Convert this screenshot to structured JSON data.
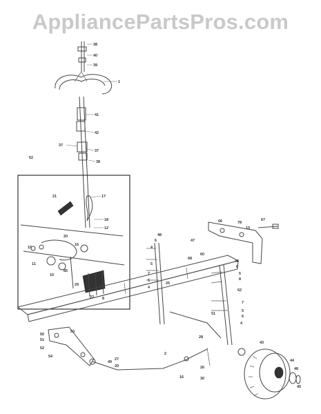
{
  "watermark": "AppliancePartsPros.com",
  "labels": [
    {
      "id": "p1",
      "text": "38"
    },
    {
      "id": "p2",
      "text": "40"
    },
    {
      "id": "p3",
      "text": "39"
    },
    {
      "id": "p4",
      "text": "1"
    },
    {
      "id": "p5",
      "text": "41"
    },
    {
      "id": "p6",
      "text": "42"
    },
    {
      "id": "p7",
      "text": "37"
    },
    {
      "id": "p8",
      "text": "37"
    },
    {
      "id": "p9",
      "text": "38"
    },
    {
      "id": "p10",
      "text": "62"
    },
    {
      "id": "p11",
      "text": "21"
    },
    {
      "id": "p12",
      "text": "17"
    },
    {
      "id": "p13",
      "text": "18"
    },
    {
      "id": "p14",
      "text": "12"
    },
    {
      "id": "p15",
      "text": "20"
    },
    {
      "id": "p16",
      "text": "16"
    },
    {
      "id": "p17",
      "text": "15"
    },
    {
      "id": "p18",
      "text": "11"
    },
    {
      "id": "p19",
      "text": "10"
    },
    {
      "id": "p20",
      "text": "85"
    },
    {
      "id": "p21",
      "text": "29"
    },
    {
      "id": "p22",
      "text": "23"
    },
    {
      "id": "p23",
      "text": "8"
    },
    {
      "id": "p24",
      "text": "48"
    },
    {
      "id": "p25",
      "text": "6"
    },
    {
      "id": "p26",
      "text": "4"
    },
    {
      "id": "p27",
      "text": "5"
    },
    {
      "id": "p28",
      "text": "7"
    },
    {
      "id": "p29",
      "text": "5"
    },
    {
      "id": "p30",
      "text": "4"
    },
    {
      "id": "p31",
      "text": "47"
    },
    {
      "id": "p32",
      "text": "68"
    },
    {
      "id": "p33",
      "text": "60"
    },
    {
      "id": "p34",
      "text": "66"
    },
    {
      "id": "p35",
      "text": "78"
    },
    {
      "id": "p36",
      "text": "10"
    },
    {
      "id": "p37",
      "text": "67"
    },
    {
      "id": "p38",
      "text": "46"
    },
    {
      "id": "p39",
      "text": "6"
    },
    {
      "id": "p40",
      "text": "5"
    },
    {
      "id": "p41",
      "text": "8"
    },
    {
      "id": "p42",
      "text": "62"
    },
    {
      "id": "p43",
      "text": "7"
    },
    {
      "id": "p44",
      "text": "5"
    },
    {
      "id": "p45",
      "text": "6"
    },
    {
      "id": "p46",
      "text": "4"
    },
    {
      "id": "p47",
      "text": "25"
    },
    {
      "id": "p48",
      "text": "51"
    },
    {
      "id": "p49",
      "text": "28"
    },
    {
      "id": "p50",
      "text": "26"
    },
    {
      "id": "p51",
      "text": "30"
    },
    {
      "id": "p52",
      "text": "43"
    },
    {
      "id": "p53",
      "text": "44"
    },
    {
      "id": "p54",
      "text": "48"
    },
    {
      "id": "p55",
      "text": "45"
    },
    {
      "id": "p56",
      "text": "53"
    },
    {
      "id": "p57",
      "text": "50"
    },
    {
      "id": "p58",
      "text": "51"
    },
    {
      "id": "p59",
      "text": "52"
    },
    {
      "id": "p60",
      "text": "54"
    },
    {
      "id": "p61",
      "text": "49"
    },
    {
      "id": "p62",
      "text": "27"
    },
    {
      "id": "p63",
      "text": "29"
    },
    {
      "id": "p64",
      "text": "16"
    },
    {
      "id": "p65",
      "text": "2"
    }
  ]
}
